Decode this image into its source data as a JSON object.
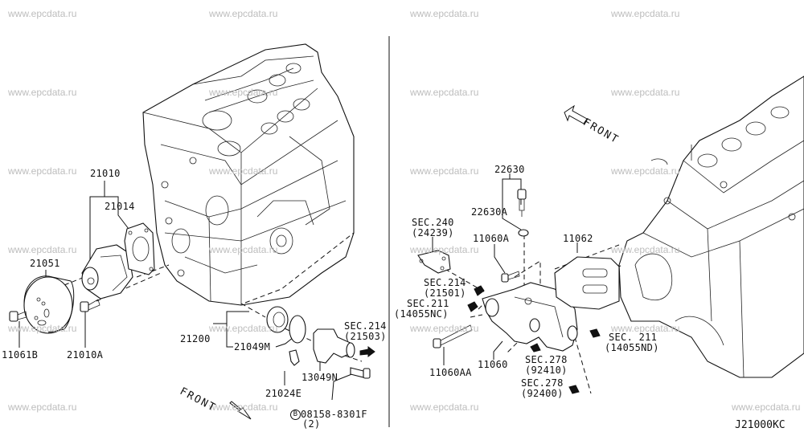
{
  "watermark": "www.epcdata.ru",
  "diagram_code": "J21000KC",
  "left_panel": {
    "front_label": "FRONT",
    "parts": [
      {
        "id": "21010",
        "label": "21010"
      },
      {
        "id": "21014",
        "label": "21014"
      },
      {
        "id": "21051",
        "label": "21051"
      },
      {
        "id": "11061B",
        "label": "11061B"
      },
      {
        "id": "21010A",
        "label": "21010A"
      },
      {
        "id": "21200",
        "label": "21200"
      },
      {
        "id": "21049M",
        "label": "21049M"
      },
      {
        "id": "13049N",
        "label": "13049N"
      },
      {
        "id": "21024E",
        "label": "21024E"
      },
      {
        "id": "08158-8301F",
        "label": "08158-8301F",
        "qty": "(2)",
        "marker": "B"
      }
    ],
    "section_refs": [
      {
        "sec": "SEC.214",
        "ref": "(21503)"
      }
    ]
  },
  "right_panel": {
    "front_label": "FRONT",
    "parts": [
      {
        "id": "22630",
        "label": "22630"
      },
      {
        "id": "22630A",
        "label": "22630A"
      },
      {
        "id": "11060A",
        "label": "11060A"
      },
      {
        "id": "11062",
        "label": "11062"
      },
      {
        "id": "11060AA",
        "label": "11060AA"
      },
      {
        "id": "11060",
        "label": "11060"
      }
    ],
    "section_refs": [
      {
        "sec": "SEC.240",
        "ref": "(24239)"
      },
      {
        "sec": "SEC.214",
        "ref": "(21501)"
      },
      {
        "sec": "SEC.211",
        "ref": "(14055NC)"
      },
      {
        "sec": "SEC. 211",
        "ref": "(14055ND)"
      },
      {
        "sec": "SEC.278",
        "ref": "(92410)"
      },
      {
        "sec": "SEC.278",
        "ref": "(92400)"
      }
    ]
  }
}
